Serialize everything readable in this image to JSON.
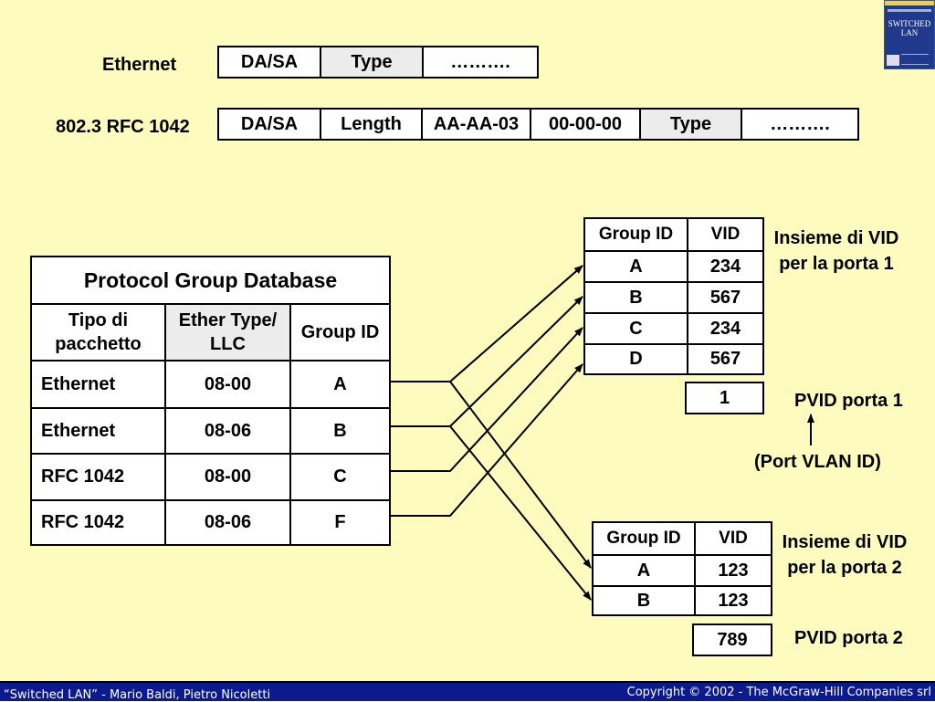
{
  "frames": {
    "ethernet": {
      "label": "Ethernet",
      "fields": [
        "DA/SA",
        "Type",
        "………."
      ]
    },
    "rfc1042": {
      "label": "802.3 RFC 1042",
      "fields": [
        "DA/SA",
        "Length",
        "AA-AA-03",
        "00-00-00",
        "Type",
        "………."
      ]
    }
  },
  "pgd": {
    "title": "Protocol Group Database",
    "headers": [
      "Tipo di pacchetto",
      "Ether Type/ LLC",
      "Group ID"
    ],
    "rows": [
      [
        "Ethernet",
        "08-00",
        "A"
      ],
      [
        "Ethernet",
        "08-06",
        "B"
      ],
      [
        "RFC 1042",
        "08-00",
        "C"
      ],
      [
        "RFC 1042",
        "08-06",
        "F"
      ]
    ]
  },
  "port1": {
    "headers": [
      "Group ID",
      "VID"
    ],
    "rows": [
      [
        "A",
        "234"
      ],
      [
        "B",
        "567"
      ],
      [
        "C",
        "234"
      ],
      [
        "D",
        "567"
      ]
    ],
    "caption": "Insieme di VID per la porta 1",
    "pvid": "1",
    "pvid_label": "PVID porta 1",
    "pvid_note": "(Port VLAN ID)"
  },
  "port2": {
    "headers": [
      "Group ID",
      "VID"
    ],
    "rows": [
      [
        "A",
        "123"
      ],
      [
        "B",
        "123"
      ]
    ],
    "caption": "Insieme di VID per la porta 2",
    "pvid": "789",
    "pvid_label": "PVID porta 2"
  },
  "footer": {
    "left": "“Switched LAN” - Mario Baldi, Pietro Nicoletti",
    "right": "Copyright © 2002 - The McGraw-Hill Companies srl"
  },
  "cover": {
    "title": "SWITCHED LAN"
  }
}
